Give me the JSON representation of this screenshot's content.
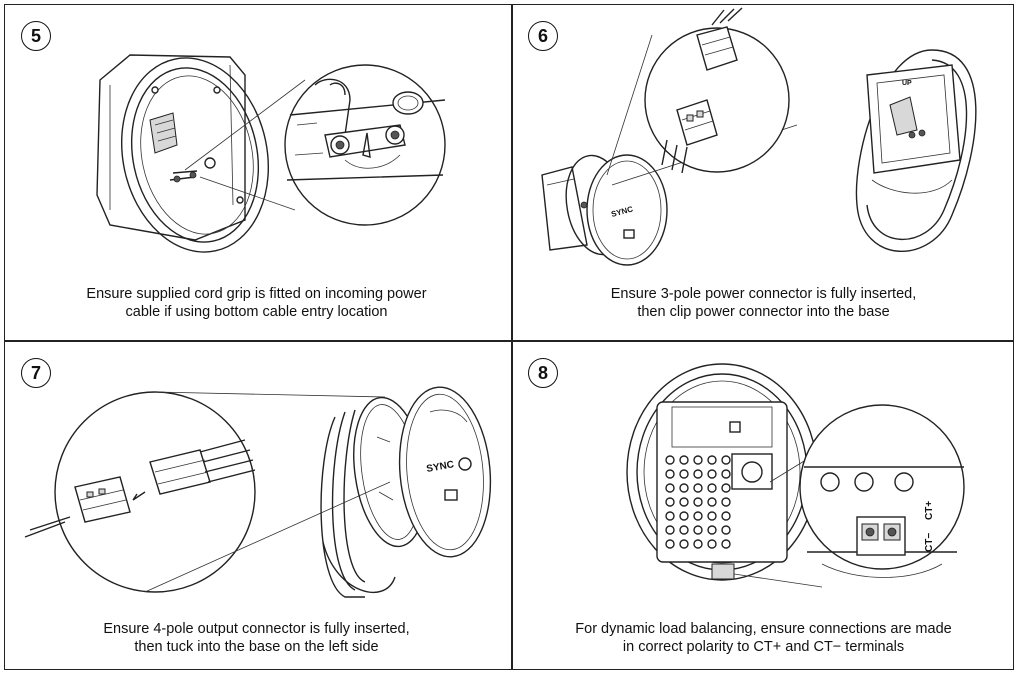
{
  "steps": [
    {
      "number": "5",
      "line1": "Ensure supplied cord grip is fitted on incoming power",
      "line2": "cable if using bottom cable entry location"
    },
    {
      "number": "6",
      "line1": "Ensure 3-pole power connector is fully inserted,",
      "line2": "then clip power connector into the base"
    },
    {
      "number": "7",
      "line1": "Ensure 4-pole output connector is fully inserted,",
      "line2": "then tuck into the base on the left side"
    },
    {
      "number": "8",
      "line1": "For dynamic load balancing, ensure connections are made",
      "line2": "in correct polarity to CT+ and CT− terminals"
    }
  ],
  "device": {
    "brand_text": "SYNC",
    "up_label": "UP",
    "ct_minus_label": "CT−",
    "ct_plus_label": "CT+"
  }
}
